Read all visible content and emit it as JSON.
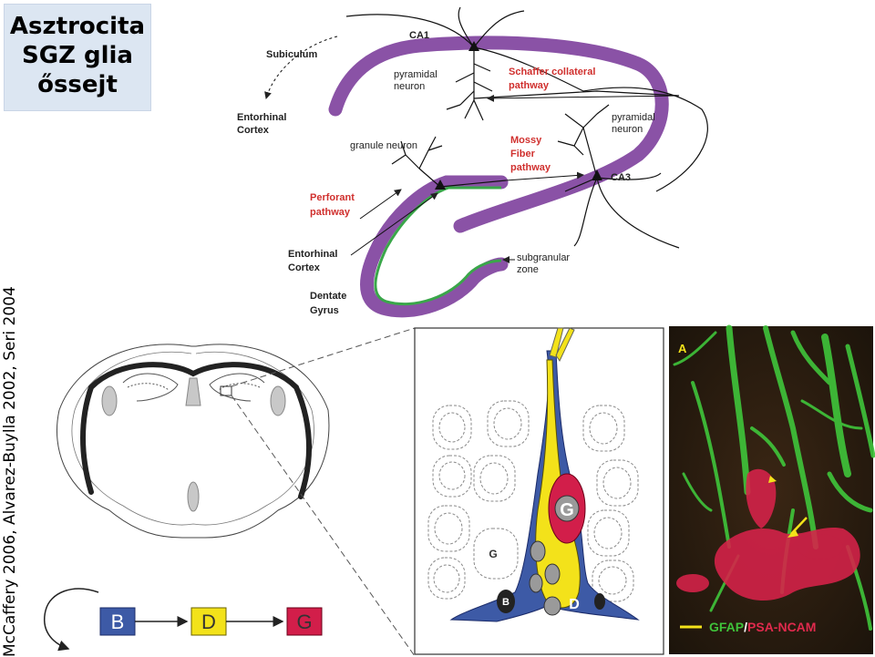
{
  "title": {
    "line1": "Asztrocita",
    "line2": "SGZ glia",
    "line3": "őssejt"
  },
  "citation": "McCaffery 2006, Alvarez-Buylla 2002, Seri 2004",
  "hippocampus": {
    "ca1": "CA1",
    "ca3": "CA3",
    "subiculum": "Subiculum",
    "entorhinal_top_1": "Entorhinal",
    "entorhinal_top_2": "Cortex",
    "pyramidal_1a": "pyramidal",
    "pyramidal_1b": "neuron",
    "pyramidal_2a": "pyramidal",
    "pyramidal_2b": "neuron",
    "schaffer_1": "Schaffer collateral",
    "schaffer_2": "pathway",
    "mossy_1": "Mossy",
    "mossy_2": "Fiber",
    "mossy_3": "pathway",
    "granule": "granule neuron",
    "perforant_1": "Perforant",
    "perforant_2": "pathway",
    "entorhinal_bottom_1": "Entorhinal",
    "entorhinal_bottom_2": "Cortex",
    "dentate_1": "Dentate",
    "dentate_2": "Gyrus",
    "subgranular_1": "subgranular",
    "subgranular_2": "zone"
  },
  "niche": {
    "g_large": "G",
    "g_small": "G",
    "b": "B",
    "d": "D"
  },
  "lineage": {
    "b": "B",
    "d": "D",
    "g": "G"
  },
  "micrograph": {
    "panel": "A",
    "legend_green": "GFAP",
    "legend_sep": "/",
    "legend_red": "PSA-NCAM"
  },
  "colors": {
    "purple": "#8a52a6",
    "green": "#3aa64a",
    "astro_blue": "#3d5aa6",
    "d_yellow": "#f3e21a",
    "g_red": "#d21e4a",
    "title_bg": "#dce6f2"
  }
}
